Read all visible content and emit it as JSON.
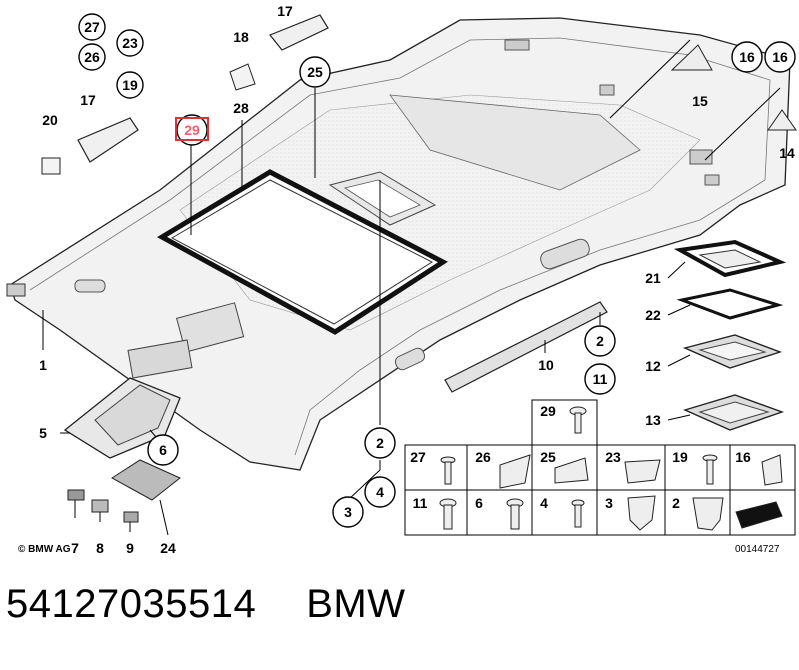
{
  "diagram": {
    "callouts": [
      {
        "id": "c27a",
        "text": "27"
      },
      {
        "id": "c26",
        "text": "26"
      },
      {
        "id": "c23",
        "text": "23"
      },
      {
        "id": "c19a",
        "text": "19"
      },
      {
        "id": "c17a",
        "text": "17"
      },
      {
        "id": "c20",
        "text": "20"
      },
      {
        "id": "c29h",
        "text": "29"
      },
      {
        "id": "c28",
        "text": "28"
      },
      {
        "id": "c18",
        "text": "18"
      },
      {
        "id": "c17b",
        "text": "17"
      },
      {
        "id": "c25",
        "text": "25"
      },
      {
        "id": "c16a",
        "text": "16"
      },
      {
        "id": "c16b",
        "text": "16"
      },
      {
        "id": "c15",
        "text": "15"
      },
      {
        "id": "c14",
        "text": "14"
      },
      {
        "id": "c1",
        "text": "1"
      },
      {
        "id": "c5",
        "text": "5"
      },
      {
        "id": "c6",
        "text": "6"
      },
      {
        "id": "c7",
        "text": "7"
      },
      {
        "id": "c8",
        "text": "8"
      },
      {
        "id": "c9",
        "text": "9"
      },
      {
        "id": "c24",
        "text": "24"
      },
      {
        "id": "c2a",
        "text": "2"
      },
      {
        "id": "c3a",
        "text": "3"
      },
      {
        "id": "c4a",
        "text": "4"
      },
      {
        "id": "c10",
        "text": "10"
      },
      {
        "id": "c2b",
        "text": "2"
      },
      {
        "id": "c11a",
        "text": "11"
      },
      {
        "id": "c21",
        "text": "21"
      },
      {
        "id": "c22",
        "text": "22"
      },
      {
        "id": "c12",
        "text": "12"
      },
      {
        "id": "c13",
        "text": "13"
      }
    ],
    "grid_cells": [
      {
        "id": "g29",
        "text": "29"
      },
      {
        "id": "g27",
        "text": "27"
      },
      {
        "id": "g26",
        "text": "26"
      },
      {
        "id": "g25",
        "text": "25"
      },
      {
        "id": "g23",
        "text": "23"
      },
      {
        "id": "g19",
        "text": "19"
      },
      {
        "id": "g16",
        "text": "16"
      },
      {
        "id": "g11",
        "text": "11"
      },
      {
        "id": "g6",
        "text": "6"
      },
      {
        "id": "g4",
        "text": "4"
      },
      {
        "id": "g3",
        "text": "3"
      },
      {
        "id": "g2",
        "text": "2"
      }
    ],
    "copyright": "© BMW AG",
    "diagram_number": "00144727"
  },
  "footer": {
    "part_number": "54127035514",
    "brand": "BMW"
  }
}
